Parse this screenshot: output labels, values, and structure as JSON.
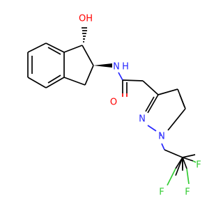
{
  "molecule": {
    "atoms": {
      "hydroxyl": {
        "text": "OH",
        "color": "#ff0000"
      },
      "amide_nh": {
        "text": "N",
        "color": "#2626ff"
      },
      "amide_h": {
        "text": "H",
        "color": "#2626ff"
      },
      "carbonyl_o": {
        "text": "O",
        "color": "#ff0000"
      },
      "pyrazole_n2": {
        "text": "N",
        "color": "#2626ff"
      },
      "pyrazole_n1": {
        "text": "N",
        "color": "#2626ff"
      },
      "fluorine_1": {
        "text": "F",
        "color": "#33cc33"
      },
      "fluorine_2": {
        "text": "F",
        "color": "#33cc33"
      },
      "fluorine_3": {
        "text": "F",
        "color": "#33cc33"
      }
    }
  }
}
